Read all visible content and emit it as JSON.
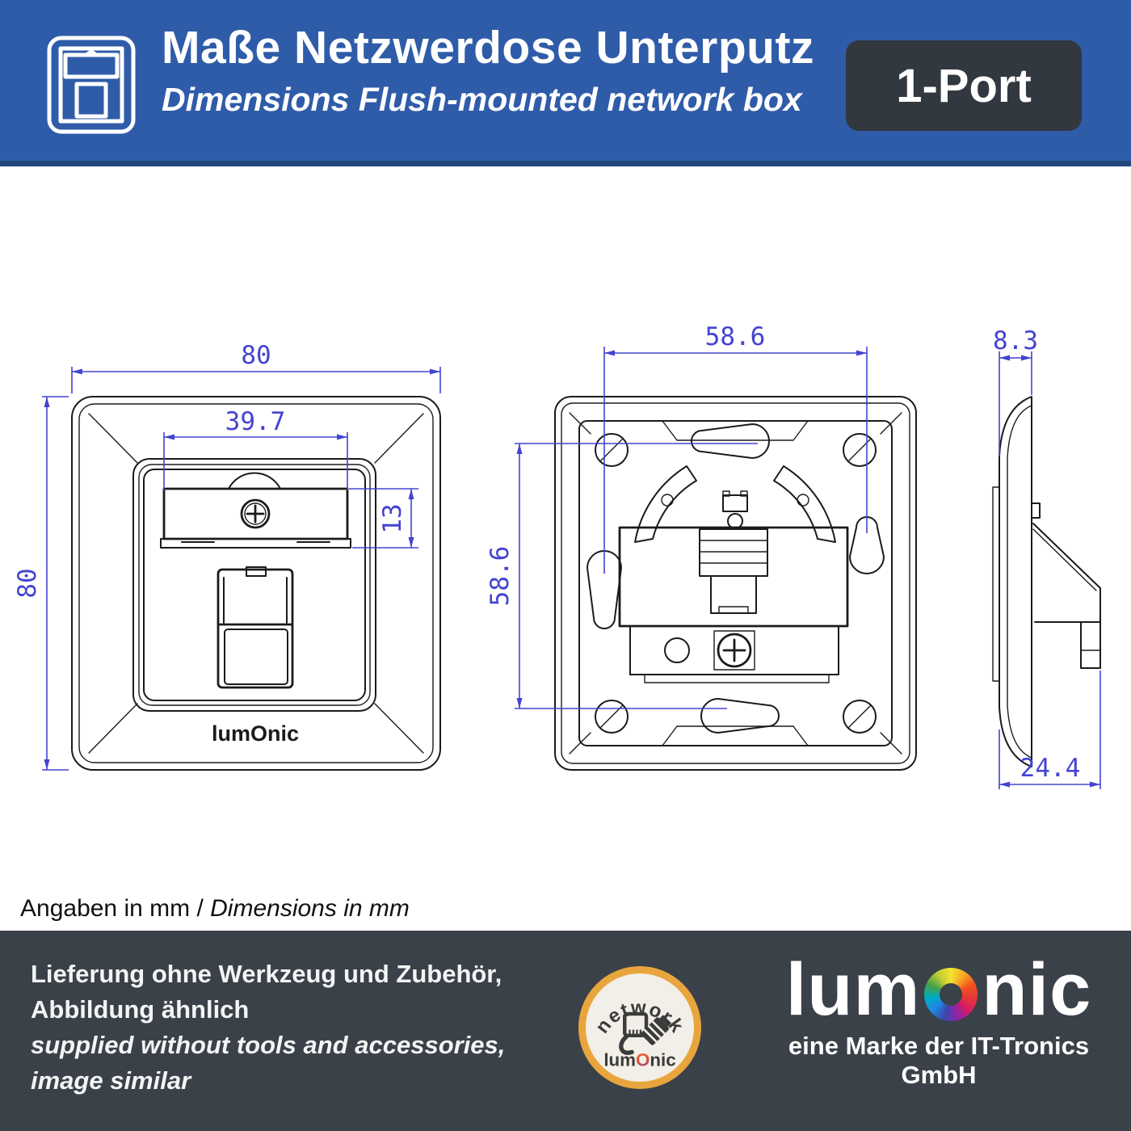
{
  "header": {
    "title": "Maße Netzwerdose Unterputz",
    "subtitle": "Dimensions Flush-mounted network box",
    "port_badge": "1-Port"
  },
  "diagram": {
    "views": {
      "front": {
        "brand_label": "lumOnic",
        "dim_overall_width_mm": "80",
        "dim_overall_height_mm": "80",
        "dim_label_field_width_mm": "39.7",
        "dim_label_field_height_mm": "13"
      },
      "back": {
        "dim_mount_spacing_horizontal_mm": "58.6",
        "dim_mount_spacing_vertical_mm": "58.6"
      },
      "side": {
        "dim_frame_depth_mm": "8.3",
        "dim_total_depth_mm": "24.4"
      }
    },
    "units_note": {
      "de": "Angaben in mm",
      "separator": " / ",
      "en": "Dimensions in mm"
    }
  },
  "footer": {
    "note_de_line1": "Lieferung ohne Werkzeug und Zubehör,",
    "note_de_line2": "Abbildung ähnlich",
    "note_en_line1": "supplied without tools and accessories,",
    "note_en_line2": "image similar",
    "badge": {
      "arc_text": "network",
      "brand_pre": "lum",
      "brand_o": "O",
      "brand_post": "nic"
    },
    "logo": {
      "pre": "lum",
      "post": "nic",
      "tagline": "eine Marke der IT-Tronics GmbH"
    }
  },
  "colors": {
    "header_blue": "#2f5ca9",
    "header_underline": "#24487e",
    "port_badge_dark": "#32383f",
    "footer_dark": "#3a4149",
    "dimension_blue": "#4343d2",
    "line_black": "#1b1b1b",
    "badge_orange": "#e9a53d",
    "badge_cream": "#f2efe8"
  }
}
